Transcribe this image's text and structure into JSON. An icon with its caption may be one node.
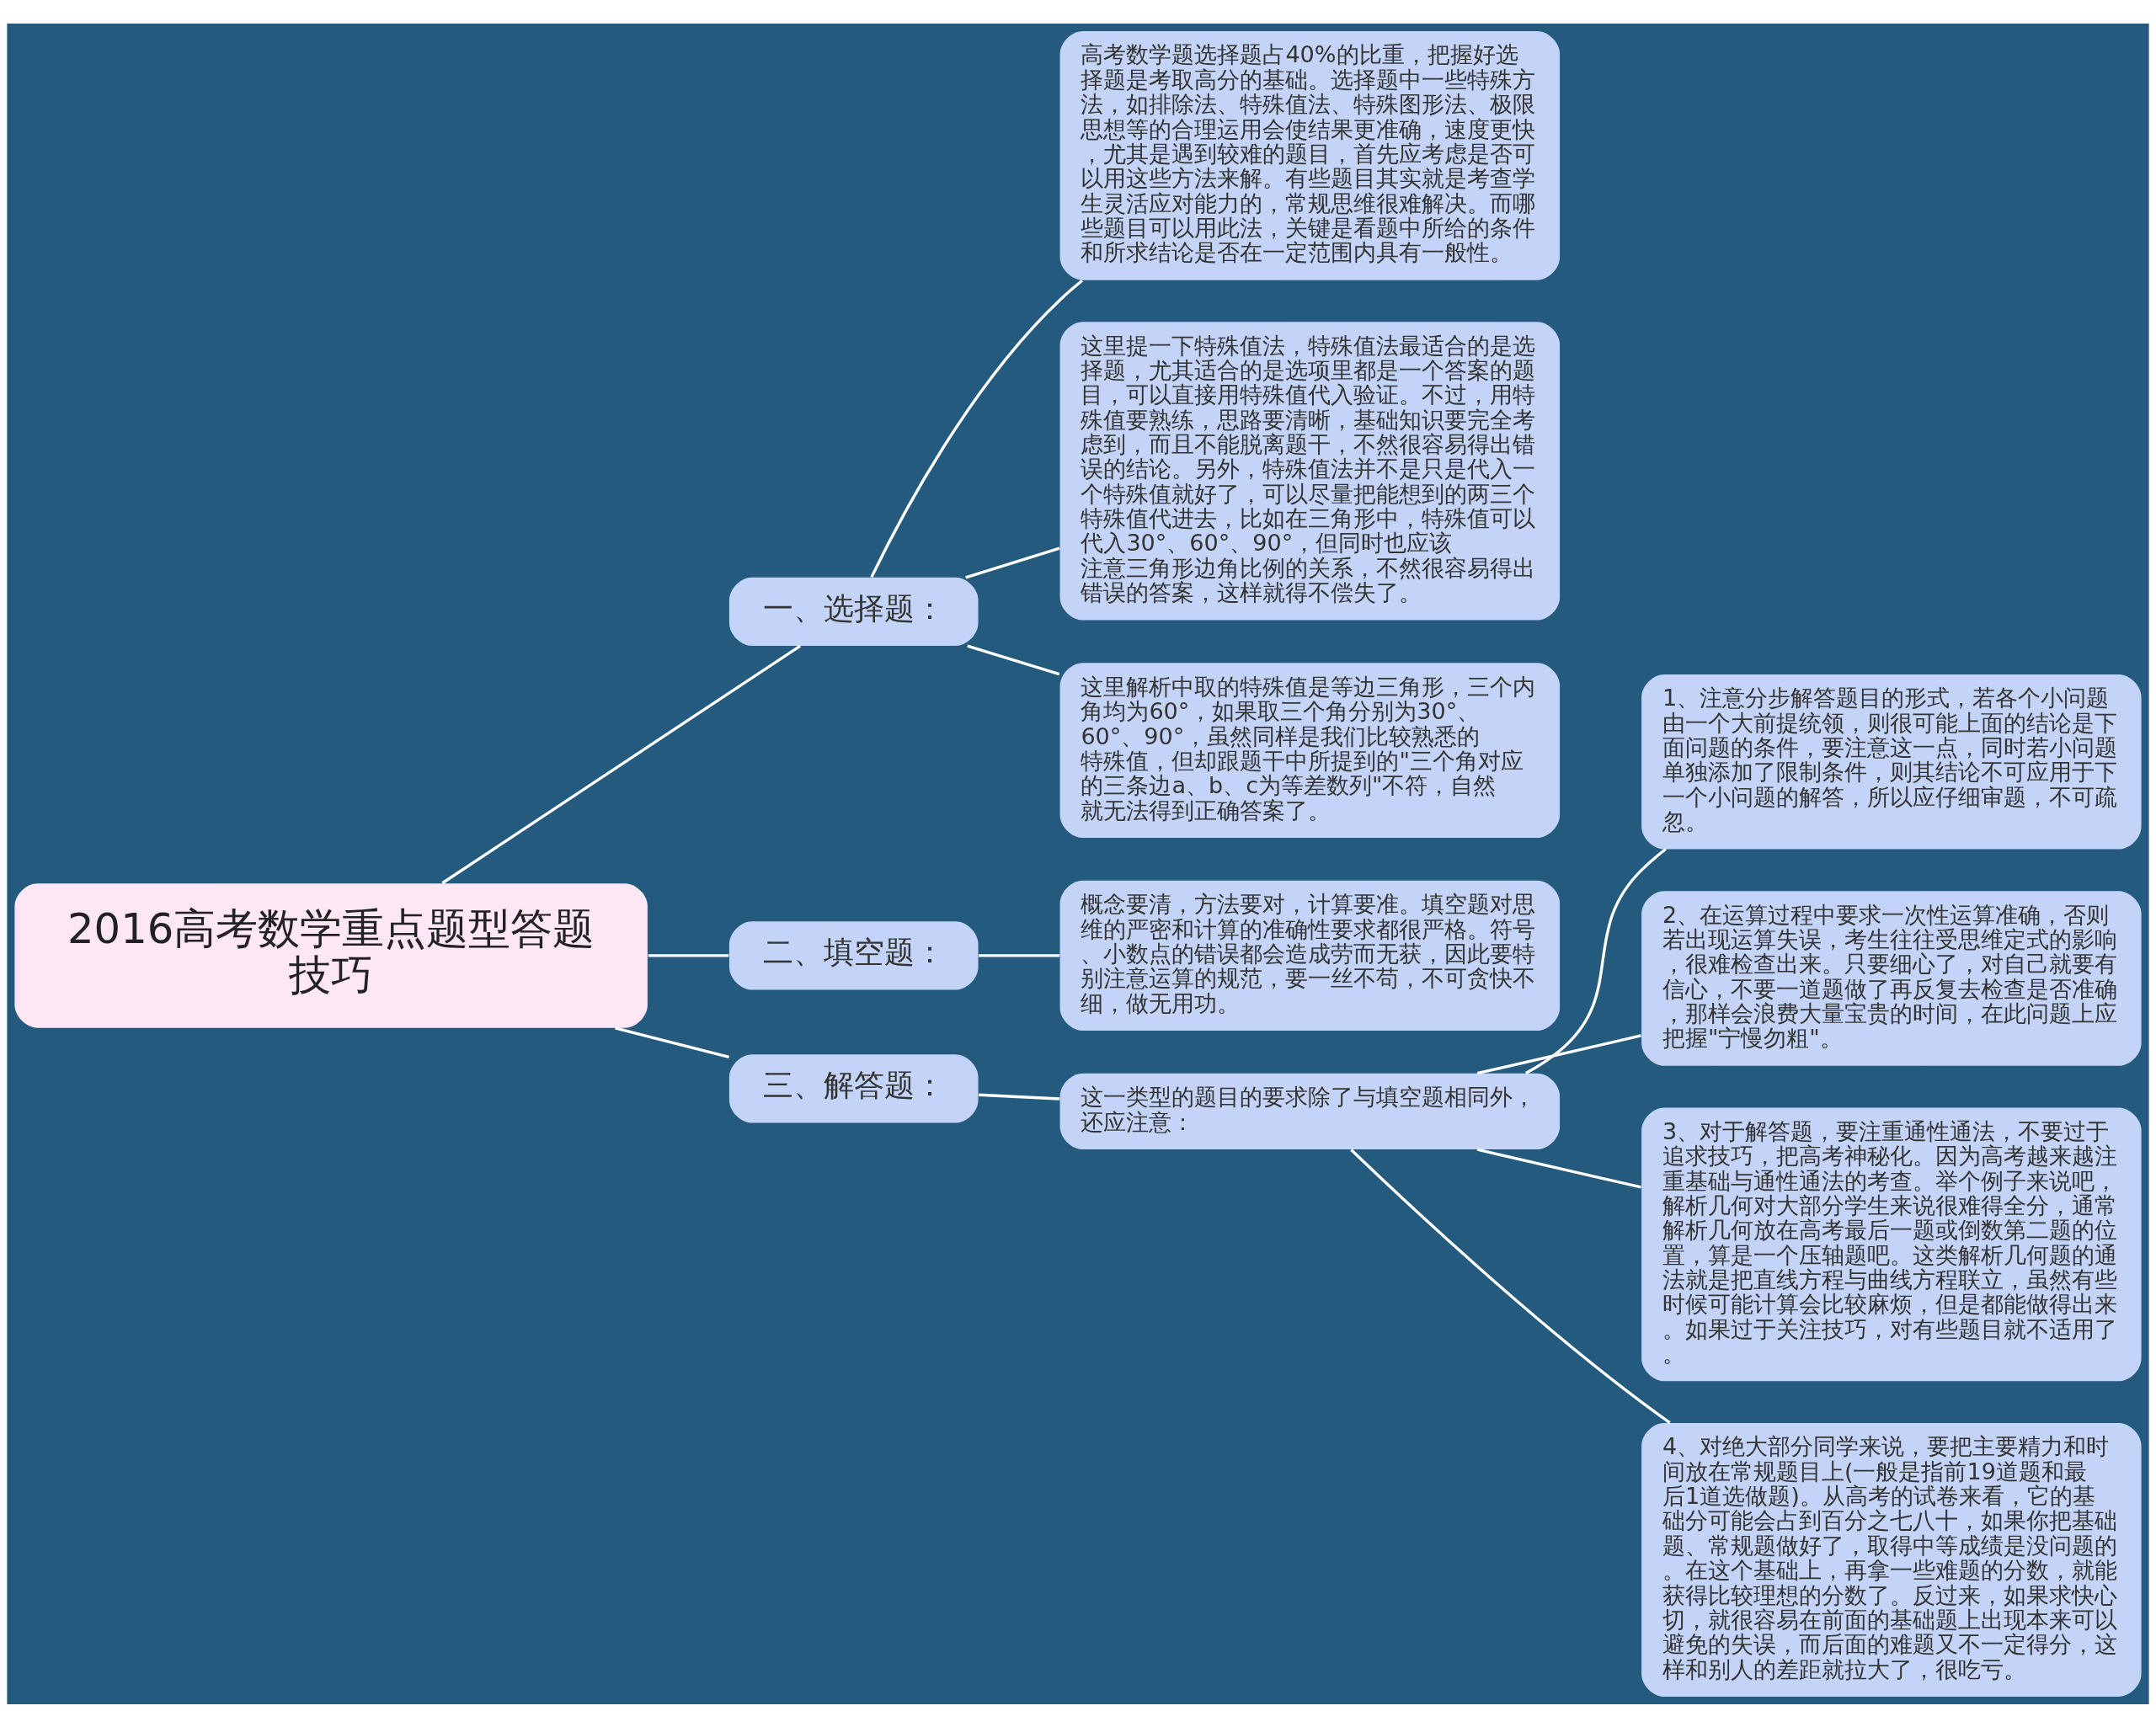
{
  "diagram": {
    "nodes": [
      {
        "text": [
          "2016高考数学重点题型答题技巧"
        ]
      },
      {
        "text": [
          "一、选择题："
        ]
      },
      {
        "text": [
          "高考数学题选择题占40%的比重，把握好选择题是考取高分的基础。选择题中一些特殊方法，如排除法、特殊值法、特殊图形法、极限思想等的合理运用会使结果更准确，速度更快，尤其是遇到较难的题目，首先应考虑是否可以用这些方法来解。有些题目其实就是考查学生灵活应对能力的，常规思维很难解决。而哪些题目可以用此法，关键是看题中所给的条件和所求结论是否在一定范围内具有一般性。"
        ]
      },
      {
        "text": [
          "这里提一下特殊值法，特殊值法最适合的是选择题，尤其适合的是选项里都是一个答案的题目，可以直接用特殊值代入验证。不过，用特殊值要熟练，思路要清晰，基础知识要完全考虑到，而且不能脱离题干，不然很容易得出错误的结论。另外，特殊值法并不是只是代入一个特殊值就好了，可以尽量把能想到的两三个特殊值代进去，比如在三角形中，特殊值可以代入30°、60°、90°，但同时也应该注意三角形边角比例的关系，不然很容易得出错误的答案，这样就得不偿失了。"
        ]
      },
      {
        "text": [
          "这里解析中取的特殊值是等边三角形，三个内角均为60°，如果取三个角分别为30°、60°、90°，虽然同样是我们比较熟悉的特殊值，但却跟题干中所提到的\"三个角对应的三条边a、b、c为等差数列\"不符，自然就无法得到正确答案了。"
        ]
      },
      {
        "text": [
          "二、填空题："
        ]
      },
      {
        "text": [
          "概念要清，方法要对，计算要准。填空题对思维的严密和计算的准确性要求都很严格。符号、小数点的错误都会造成劳而无获，因此要特别注意运算的规范，要一丝不苟，不可贪快不细，做无用功。"
        ]
      },
      {
        "text": [
          "三、解答题："
        ]
      },
      {
        "text": [
          "这一类型的题目的要求除了与填空题相同外，还应注意："
        ]
      },
      {
        "text": [
          "1、注意分步解答题目的形式，若各个小问题由一个大前提统领，则很可能上面的结论是下面问题的条件，要注意这一点，同时若小问题单独添加了限制条件，则其结论不可应用于下一个小问题的解答，所以应仔细审题，不可疏忽。"
        ]
      },
      {
        "text": [
          "2、在运算过程中要求一次性运算准确，否则若出现运算失误，考生往往受思维定式的影响，很难检查出来。只要细心了，对自己就要有信心，不要一道题做了再反复去检查是否准确，那样会浪费大量宝贵的时间，在此问题上应把握\"宁慢勿粗\"。"
        ]
      },
      {
        "text": [
          "3、对于解答题，要注重通性通法，不要过于追求技巧，把高考神秘化。因为高考越来越注重基础与通性通法的考查。举个例子来说吧，解析几何对大部分学生来说很难得全分，通常解析几何放在高考最后一题或倒数第二题的位置，算是一个压轴题吧。这类解析几何题的通法就是把直线方程与曲线方程联立，虽然有些时候可能计算会比较麻烦，但是都能做得出来。如果过于关注技巧，对有些题目就不适用了。"
        ]
      },
      {
        "text": [
          "4、对绝大部分同学来说，要把主要精力和时间放在常规题目上(一般是指前19道题和最后1道选做题)。从高考的试卷来看，它的基础分可能会占到百分之七八十，如果你把基础题、常规题做好了，取得中等成绩是没问题的。在这个基础上，再拿一些难题的分数，就能获得比较理想的分数了。反过来，如果求快心切，就很容易在前面的基础题上出现本来可以避免的失误，而后面的难题又不一定得分，这样和别人的差距就拉大了，很吃亏。"
        ]
      }
    ],
    "edges": [
      {
        "from": 0,
        "to": 1,
        "arrow": "none"
      },
      {
        "from": 1,
        "to": 2,
        "arrow": "none"
      },
      {
        "from": 1,
        "to": 3,
        "arrow": "none"
      },
      {
        "from": 1,
        "to": 4,
        "arrow": "none"
      },
      {
        "from": 0,
        "to": 5,
        "arrow": "none"
      },
      {
        "from": 5,
        "to": 6,
        "arrow": "none"
      },
      {
        "from": 0,
        "to": 7,
        "arrow": "none"
      },
      {
        "from": 7,
        "to": 8,
        "arrow": "none"
      },
      {
        "from": 8,
        "to": 9,
        "arrow": "none"
      },
      {
        "from": 8,
        "to": 10,
        "arrow": "none"
      },
      {
        "from": 8,
        "to": 11,
        "arrow": "none"
      },
      {
        "from": 8,
        "to": 12,
        "arrow": "none"
      }
    ]
  }
}
